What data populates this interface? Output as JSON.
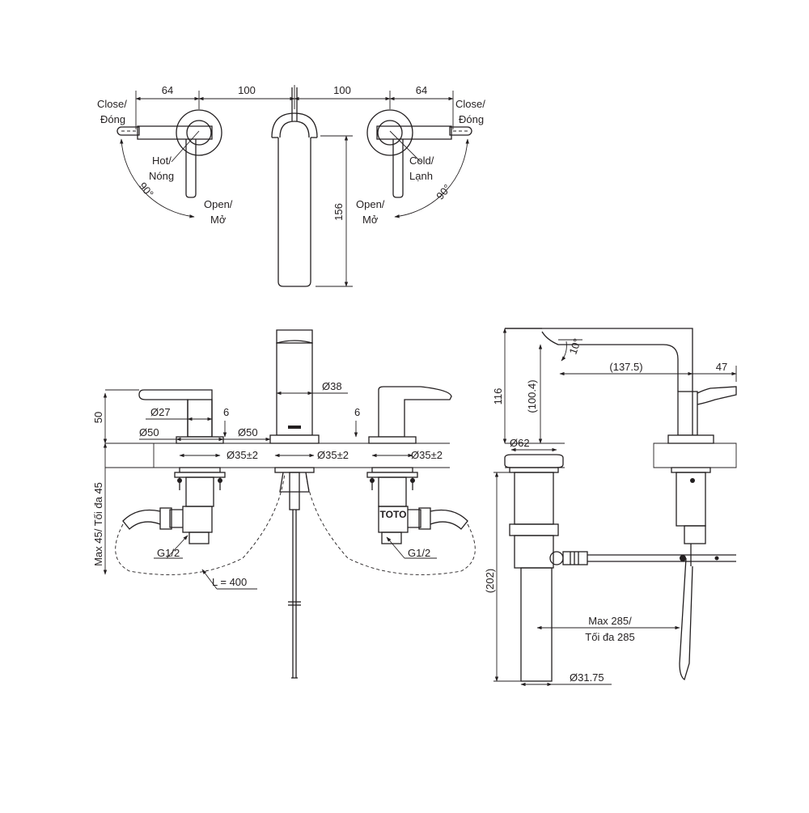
{
  "top_view": {
    "dims": {
      "left_outer": "64",
      "left_inner": "100",
      "right_inner": "100",
      "right_outer": "64",
      "spout_length": "156"
    },
    "left_handle": {
      "close_l1": "Close/",
      "close_l2": "Đóng",
      "hot_l1": "Hot/",
      "hot_l2": "Nóng",
      "open_l1": "Open/",
      "open_l2": "Mở",
      "angle": "90°"
    },
    "right_handle": {
      "close_l1": "Close/",
      "close_l2": "Đóng",
      "cold_l1": "Cold/",
      "cold_l2": "Lạnh",
      "open_l1": "Open/",
      "open_l2": "Mở",
      "angle": "90°"
    }
  },
  "front_view": {
    "height_50": "50",
    "dia_27": "Ø27",
    "thick_6_left": "6",
    "dia_50_left": "Ø50",
    "dia_50_mid": "Ø50",
    "dia_38": "Ø38",
    "thick_6_mid": "6",
    "hole_left": "Ø35±2",
    "hole_mid": "Ø35±2",
    "hole_right": "Ø35±2",
    "max_thickness": "Max 45/ Tối đa 45",
    "thread_left": "G1/2",
    "thread_right": "G1/2",
    "hose_length": "L = 400",
    "brand_mark": "TOTO"
  },
  "side_view": {
    "angle_10": "10°",
    "height_116": "116",
    "height_100_4": "(100.4)",
    "reach_137_5": "(137.5)",
    "dim_47": "47",
    "dia_62": "Ø62",
    "drain_202": "(202)",
    "max_285_l1": "Max 285/",
    "max_285_l2": "Tối đa 285",
    "dia_31_75": "Ø31.75"
  }
}
